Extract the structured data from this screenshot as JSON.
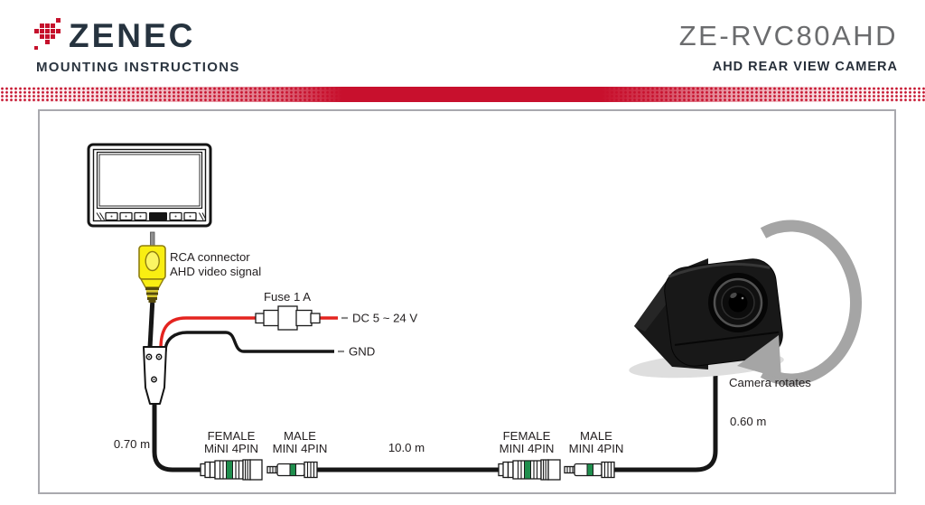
{
  "header": {
    "brand": "ZENEC",
    "doc_title": "MOUNTING INSTRUCTIONS",
    "product_code": "ZE-RVC80AHD",
    "product_name": "AHD REAR VIEW CAMERA",
    "brand_red": "#c5112c",
    "brand_navy": "#26333f",
    "product_code_gray": "#6b6c6e"
  },
  "diagram": {
    "rca_label_line1": "RCA connector",
    "rca_label_line2": "AHD video signal",
    "fuse_label": "Fuse 1 A",
    "power_label": "DC 5 ~ 24 V",
    "ground_label": "GND",
    "cable_length_monitor_side": "0.70 m",
    "cable_length_extension": "10.0 m",
    "cable_length_camera_side": "0.60 m",
    "camera_note": "Camera rotates",
    "connectors": [
      {
        "line1": "FEMALE",
        "line2": "MiNI 4PIN"
      },
      {
        "line1": "MALE",
        "line2": "MINI 4PIN"
      },
      {
        "line1": "FEMALE",
        "line2": "MINI 4PIN"
      },
      {
        "line1": "MALE",
        "line2": "MINI 4PIN"
      }
    ],
    "colors": {
      "power_wire_red": "#e4231f",
      "connector_band_green": "#1f8e4d",
      "rca_yellow": "#f9ee12",
      "rotation_arrow_gray": "#a5a5a5",
      "cable_black": "#161616"
    }
  }
}
